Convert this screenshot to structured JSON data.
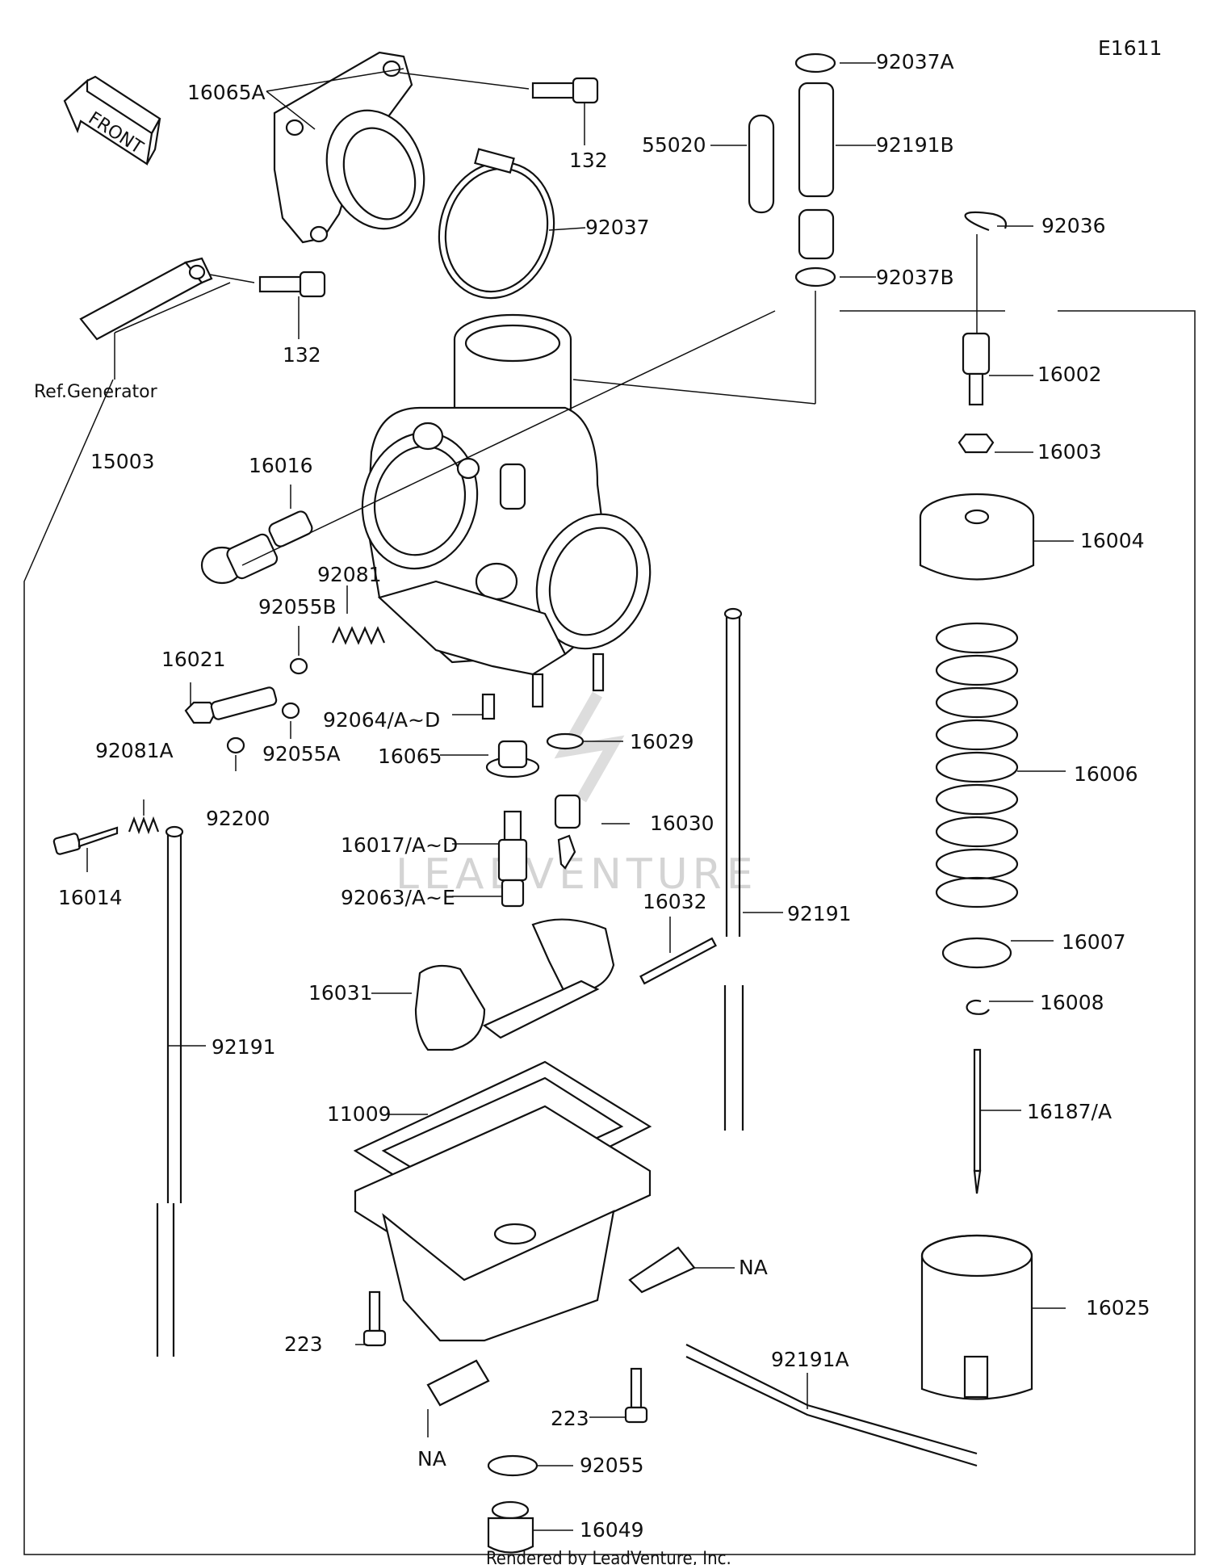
{
  "diagram_code": "E1611",
  "watermark": "LEADVENTURE",
  "footer": "Rendered by LeadVenture, Inc.",
  "front_arrow_label": "FRONT",
  "ref_label": "Ref.Generator",
  "labels": {
    "p16065A": "16065A",
    "p132_top": "132",
    "p132_bottom": "132",
    "p92037": "92037",
    "p92037A": "92037A",
    "p55020": "55020",
    "p92191B": "92191B",
    "p92036": "92036",
    "p92037B": "92037B",
    "p16002": "16002",
    "p16003": "16003",
    "p16004": "16004",
    "p15003": "15003",
    "p16016": "16016",
    "p92081": "92081",
    "p92055B": "92055B",
    "p16021": "16021",
    "p92081A": "92081A",
    "p16014": "16014",
    "p92200": "92200",
    "p92055A": "92055A",
    "p92064": "92064/A~D",
    "p16029": "16029",
    "p16065": "16065",
    "p16006": "16006",
    "p16030": "16030",
    "p16017": "16017/A~D",
    "p92063": "92063/A~E",
    "p16032": "16032",
    "p92191_right": "92191",
    "p16007": "16007",
    "p16008": "16008",
    "p16031": "16031",
    "p92191_left": "92191",
    "p16187": "16187/A",
    "p11009": "11009",
    "pNA_right": "NA",
    "p16025": "16025",
    "p223_left": "223",
    "p92191A": "92191A",
    "p223_bottom": "223",
    "pNA_bottom": "NA",
    "p92055": "92055",
    "p16049": "16049"
  }
}
